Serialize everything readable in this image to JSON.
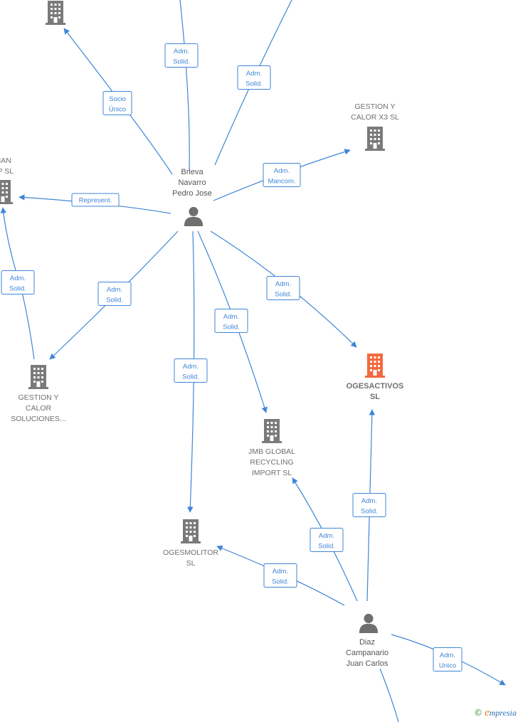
{
  "colors": {
    "edge": "#3f86d6",
    "company": "#7a7a7a",
    "focus_company": "#f26a3f",
    "person": "#6f6f6f"
  },
  "people": [
    {
      "id": "brieva",
      "label": [
        "Brieva",
        "Navarro",
        "Pedro Jose"
      ]
    },
    {
      "id": "diaz",
      "label": [
        "Diaz",
        "Campanario",
        "Juan Carlos"
      ]
    }
  ],
  "companies": [
    {
      "id": "top_left",
      "label": []
    },
    {
      "id": "gestion_calor_x3",
      "label": [
        "GESTION Y",
        "CALOR X3 SL"
      ]
    },
    {
      "id": "left_partial",
      "label": [
        "MAN",
        "UP  SL"
      ]
    },
    {
      "id": "gestion_calor_soluciones",
      "label": [
        "GESTION Y",
        "CALOR",
        "SOLUCIONES..."
      ]
    },
    {
      "id": "ogesactivos",
      "label": [
        "OGESACTIVOS",
        "SL"
      ],
      "focus": true
    },
    {
      "id": "jmb_global",
      "label": [
        "JMB GLOBAL",
        "RECYCLING",
        "IMPORT  SL"
      ]
    },
    {
      "id": "ogesmolitor",
      "label": [
        "OGESMOLITOR",
        "SL"
      ]
    }
  ],
  "edges": [
    {
      "from": "brieva",
      "to": "top_left",
      "label": [
        "Socio",
        "Único"
      ]
    },
    {
      "from": "brieva",
      "to": "top_offscreen_1",
      "label": [
        "Adm.",
        "Solid."
      ]
    },
    {
      "from": "brieva",
      "to": "top_offscreen_2",
      "label": [
        "Adm.",
        "Solid."
      ]
    },
    {
      "from": "brieva",
      "to": "gestion_calor_x3",
      "label": [
        "Adm.",
        "Mancom."
      ]
    },
    {
      "from": "brieva",
      "to": "left_partial",
      "label": [
        "Represent."
      ]
    },
    {
      "from": "gestion_calor_soluciones",
      "to": "left_partial",
      "label": [
        "Adm.",
        "Solid."
      ]
    },
    {
      "from": "brieva",
      "to": "gestion_calor_soluciones",
      "label": [
        "Adm.",
        "Solid."
      ]
    },
    {
      "from": "brieva",
      "to": "ogesactivos",
      "label": [
        "Adm.",
        "Solid."
      ]
    },
    {
      "from": "brieva",
      "to": "jmb_global",
      "label": [
        "Adm.",
        "Solid."
      ]
    },
    {
      "from": "brieva",
      "to": "ogesmolitor",
      "label": [
        "Adm.",
        "Solid."
      ]
    },
    {
      "from": "diaz",
      "to": "ogesactivos",
      "label": [
        "Adm.",
        "Solid."
      ]
    },
    {
      "from": "diaz",
      "to": "jmb_global",
      "label": [
        "Adm.",
        "Solid."
      ]
    },
    {
      "from": "diaz",
      "to": "ogesmolitor",
      "label": [
        "Adm.",
        "Solid."
      ]
    },
    {
      "from": "diaz",
      "to": "right_offscreen",
      "label": [
        "Adm.",
        "Unico"
      ]
    },
    {
      "from": "diaz",
      "to": "bottom_offscreen",
      "label": []
    }
  ],
  "watermark": {
    "copyright": "©",
    "brand_initial": "e",
    "brand_rest": "mpresia"
  }
}
